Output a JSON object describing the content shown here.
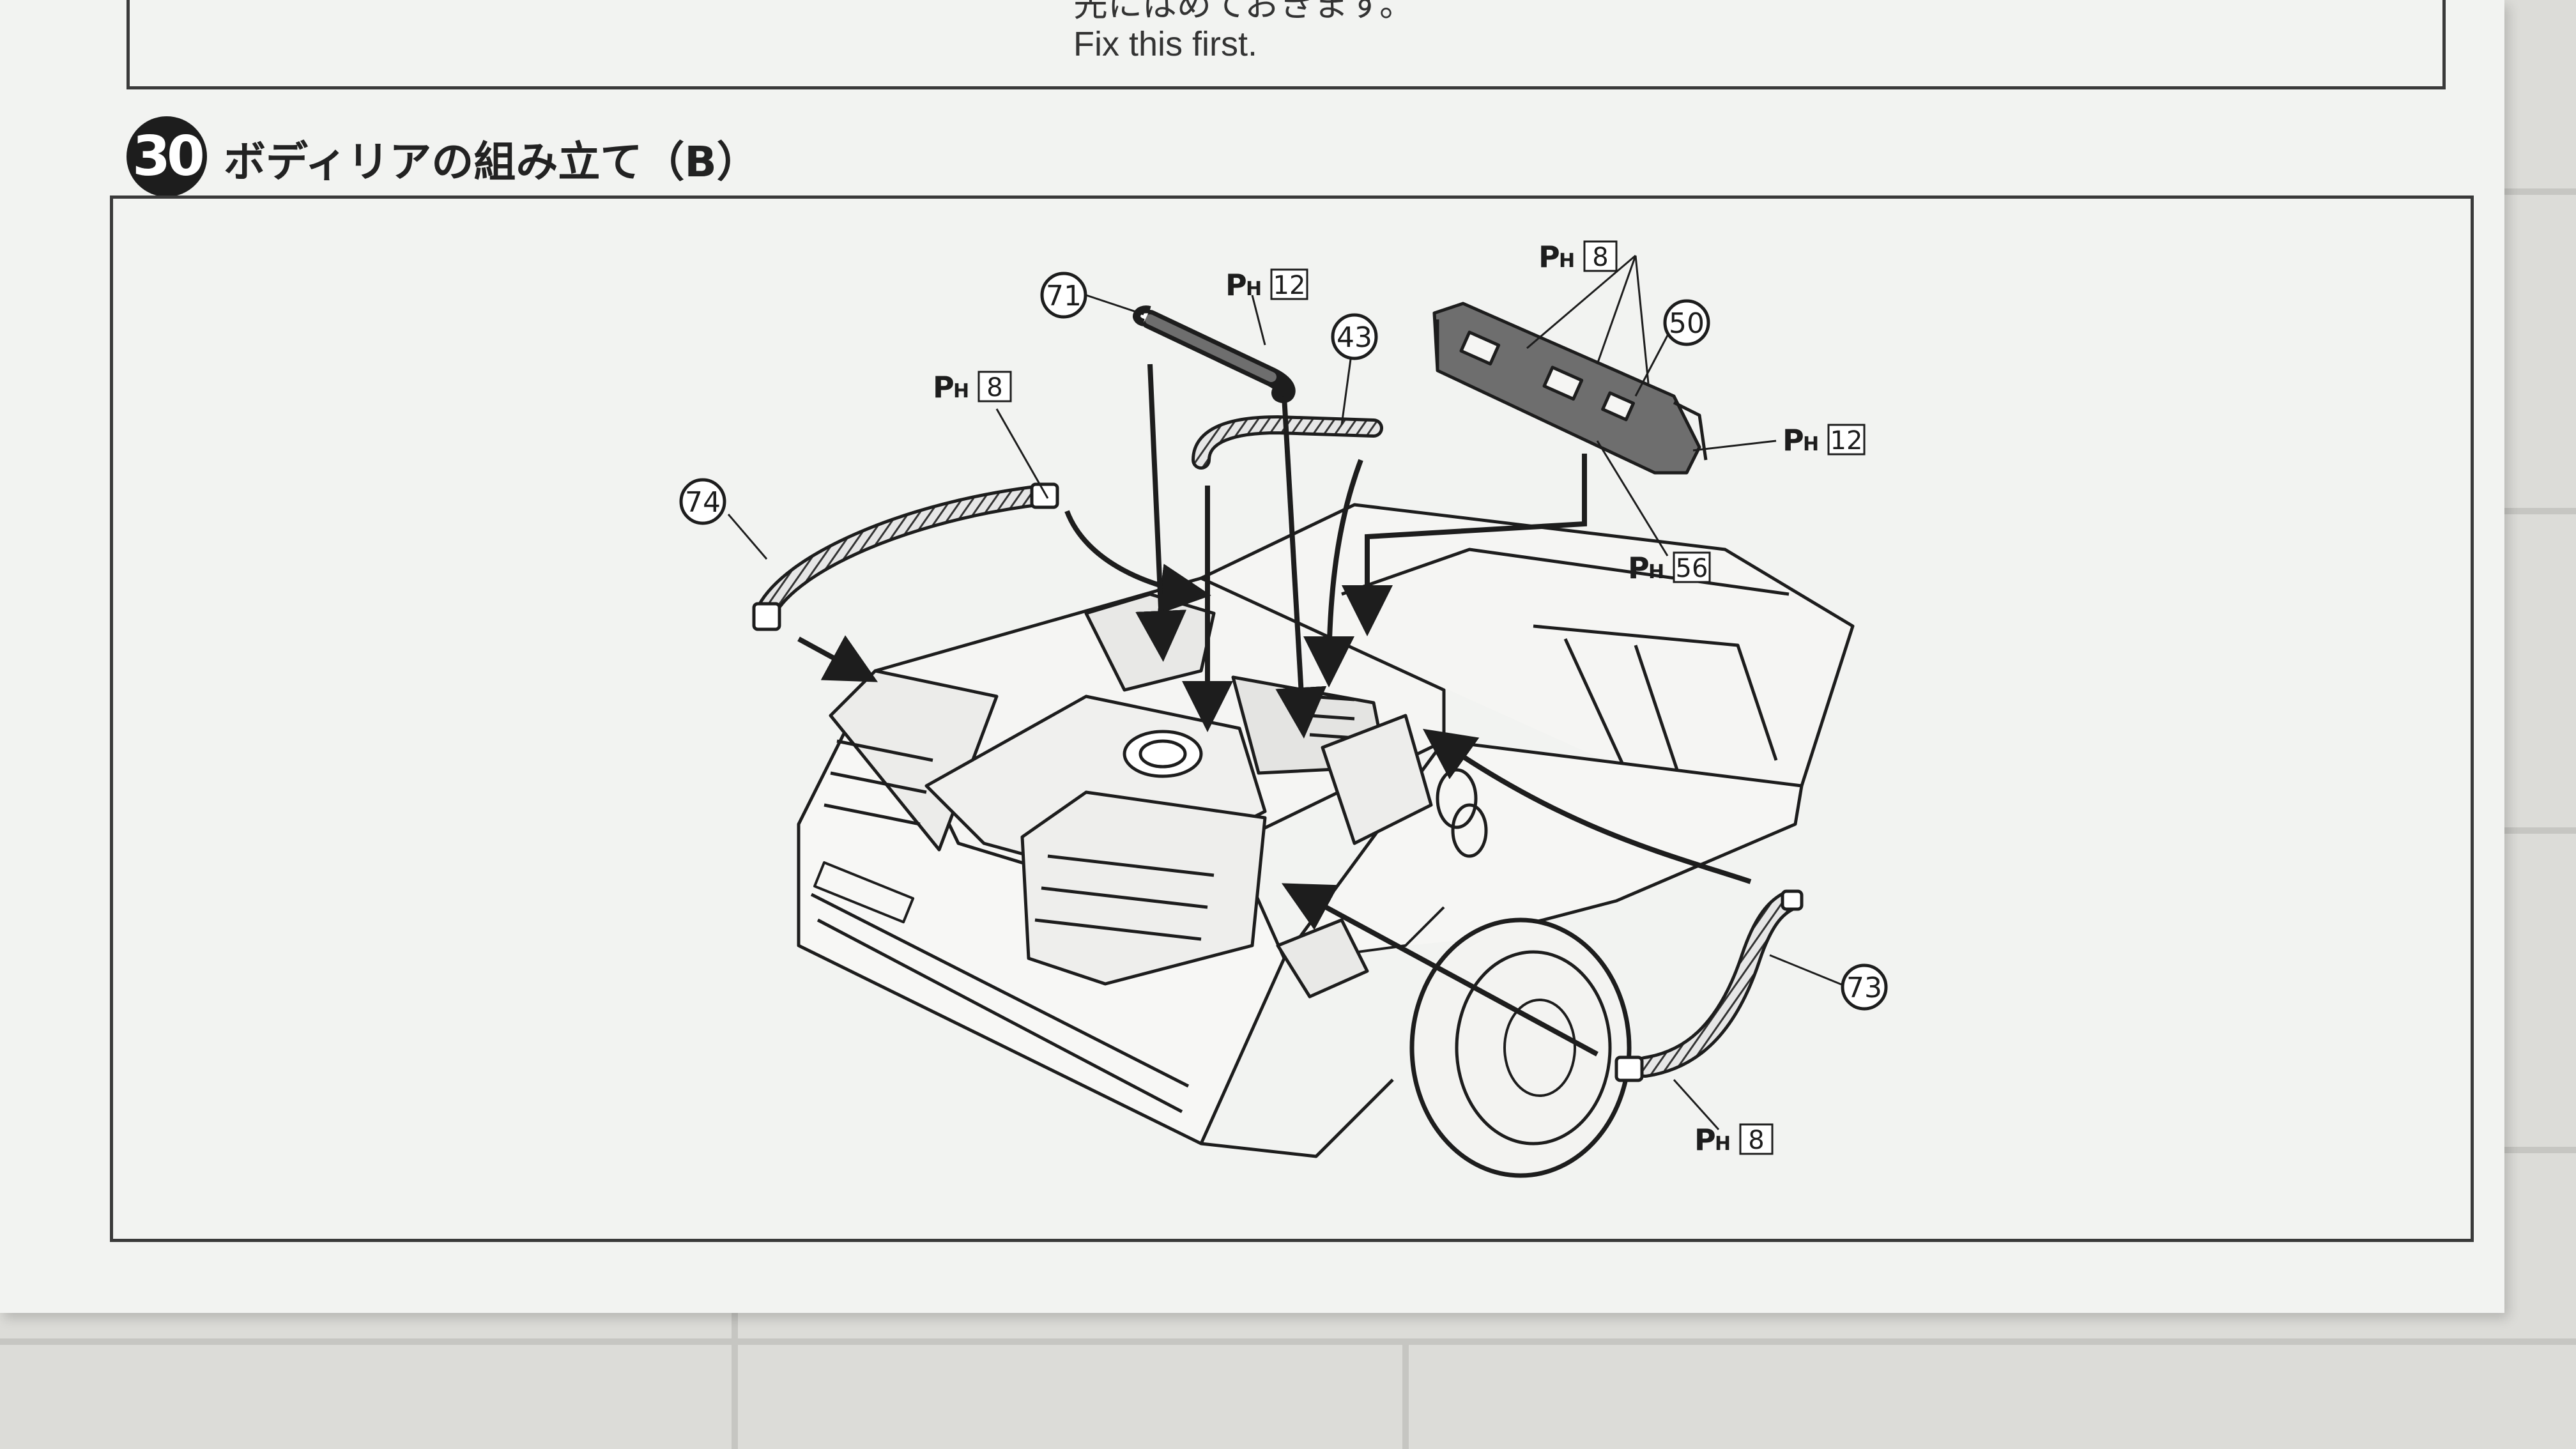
{
  "top_note": {
    "japanese": "先にはめておきます。",
    "english": "Fix this first."
  },
  "step": {
    "number": "30",
    "title": "ボディリアの組み立て（B）"
  },
  "parts": [
    {
      "number": "71"
    },
    {
      "number": "43"
    },
    {
      "number": "50"
    },
    {
      "number": "74"
    },
    {
      "number": "73"
    }
  ],
  "ph_tags": [
    {
      "prefix": "P",
      "sub": "H",
      "size": "12"
    },
    {
      "prefix": "P",
      "sub": "H",
      "size": "8"
    },
    {
      "prefix": "P",
      "sub": "H",
      "size": "8"
    },
    {
      "prefix": "P",
      "sub": "H",
      "size": "12"
    },
    {
      "prefix": "P",
      "sub": "H",
      "size": "56"
    },
    {
      "prefix": "P",
      "sub": "H",
      "size": "8"
    }
  ],
  "colors": {
    "sheet": "#f2f3f1",
    "ink": "#1d1d1d",
    "wall": "#dcdcd8",
    "part_gray": "#6e6e6e"
  }
}
